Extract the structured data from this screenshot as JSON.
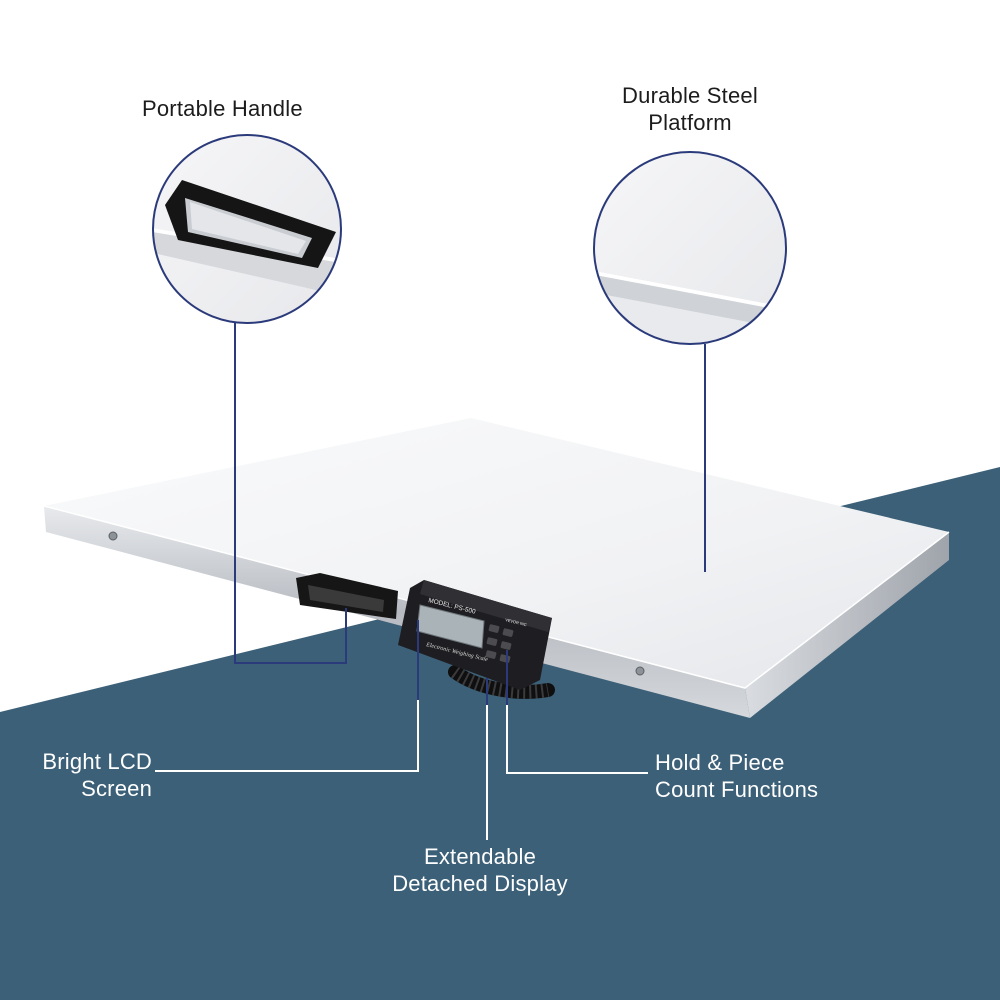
{
  "labels": {
    "portable_handle": [
      "Portable Handle"
    ],
    "steel_platform": [
      "Durable Steel",
      "Platform"
    ],
    "lcd_screen": [
      "Bright LCD",
      "Screen"
    ],
    "hold_piece": [
      "Hold & Piece",
      "Count Functions"
    ],
    "detached_display": [
      "Extendable",
      "Detached Display"
    ]
  },
  "device": {
    "model_text": "MODEL: PS-500",
    "brand_text": "VEVOR INC",
    "script_text": "Electronic Weighing Scale"
  },
  "colors": {
    "background_dark": "#3c6078",
    "callout_line": "#2b3a7a",
    "platform_top": "#f2f3f5",
    "display_body": "#1e1e22",
    "lcd": "#aab4b8"
  }
}
